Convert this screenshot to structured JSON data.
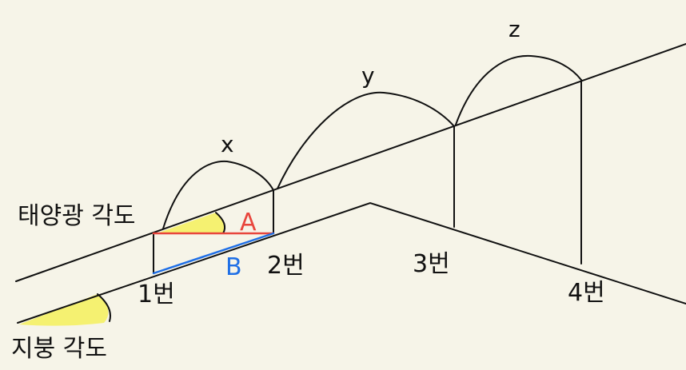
{
  "colors": {
    "background": "#f6f4e8",
    "line": "#111111",
    "highlight": "#f4f06a",
    "segment_a": "#e8453c",
    "segment_b": "#1f6fe6"
  },
  "labels": {
    "solar_angle": "태양광 각도",
    "roof_angle": "지붕 각도",
    "segment_a": "A",
    "segment_b": "B",
    "span_x": "x",
    "span_y": "y",
    "span_z": "z",
    "row_1": "1번",
    "row_2": "2번",
    "row_3": "3번",
    "row_4": "4번"
  }
}
